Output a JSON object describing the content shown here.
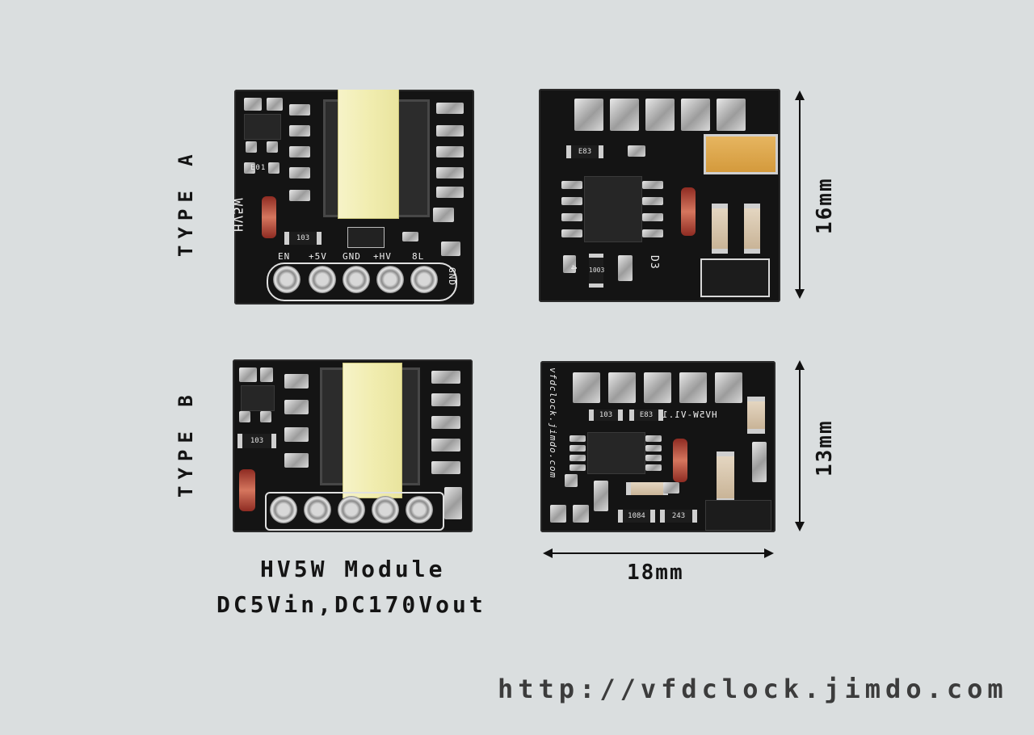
{
  "labels": {
    "type_a": "TYPE A",
    "type_b": "TYPE B"
  },
  "dimensions": {
    "height_a": "16mm",
    "height_b": "13mm",
    "width": "18mm"
  },
  "caption": {
    "line1": "HV5W Module",
    "line2": "DC5Vin,DC170Vout"
  },
  "url": "http://vfdclock.jimdo.com",
  "silkscreen": {
    "a_top_pins": [
      "EN",
      "+5V",
      "GND",
      "+HV",
      "8L"
    ],
    "a_top_model": "HV5W",
    "a_top_side": "GND",
    "a_top_res": "103",
    "a_top_ref": "E01",
    "a_bottom_res1": "E83",
    "a_bottom_res2": "1003",
    "a_bottom_ref": "D3",
    "a_bottom_ref2": "4",
    "b_top_res": "103",
    "b_bottom_url": "vfdclock.jimdo.com",
    "b_bottom_model": "HV5W-V1.1",
    "b_bottom_res1": "103",
    "b_bottom_res2": "E83",
    "b_bottom_res3": "1084",
    "b_bottom_res4": "243"
  },
  "colors": {
    "background": "#dadedf",
    "pcb": "#141414",
    "transformer": "#f1edb0",
    "tantalum": "#d49a3c"
  }
}
